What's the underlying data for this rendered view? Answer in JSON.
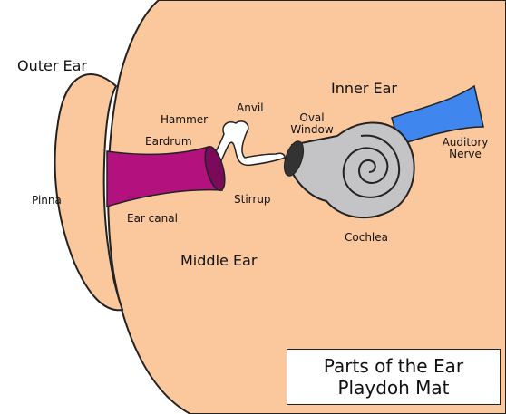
{
  "colors": {
    "skin": "#fbc79d",
    "outline": "#222222",
    "ear_canal": "#b3127e",
    "eardrum": "#7a0a5a",
    "ossicles": "#ffffff",
    "cochlea": "#c4c4c6",
    "oval_window": "#333333",
    "auditory_nerve": "#3f86ee"
  },
  "icons": {
    "ear_canal": "magenta-tube",
    "cochlea": "gray-spiral-shell",
    "auditory_nerve": "blue-nerve-bundle",
    "ossicles": "white-bone-chain"
  },
  "labels": {
    "outer_ear": "Outer Ear",
    "inner_ear": "Inner Ear",
    "middle_ear": "Middle Ear",
    "pinna": "Pinna",
    "ear_canal": "Ear canal",
    "eardrum": "Eardrum",
    "hammer": "Hammer",
    "anvil": "Anvil",
    "stirrup": "Stirrup",
    "oval_window_line1": "Oval",
    "oval_window_line2": "Window",
    "cochlea": "Cochlea",
    "auditory_nerve_line1": "Auditory",
    "auditory_nerve_line2": "Nerve"
  },
  "title": {
    "line1": "Parts of the Ear",
    "line2": "Playdoh Mat"
  }
}
